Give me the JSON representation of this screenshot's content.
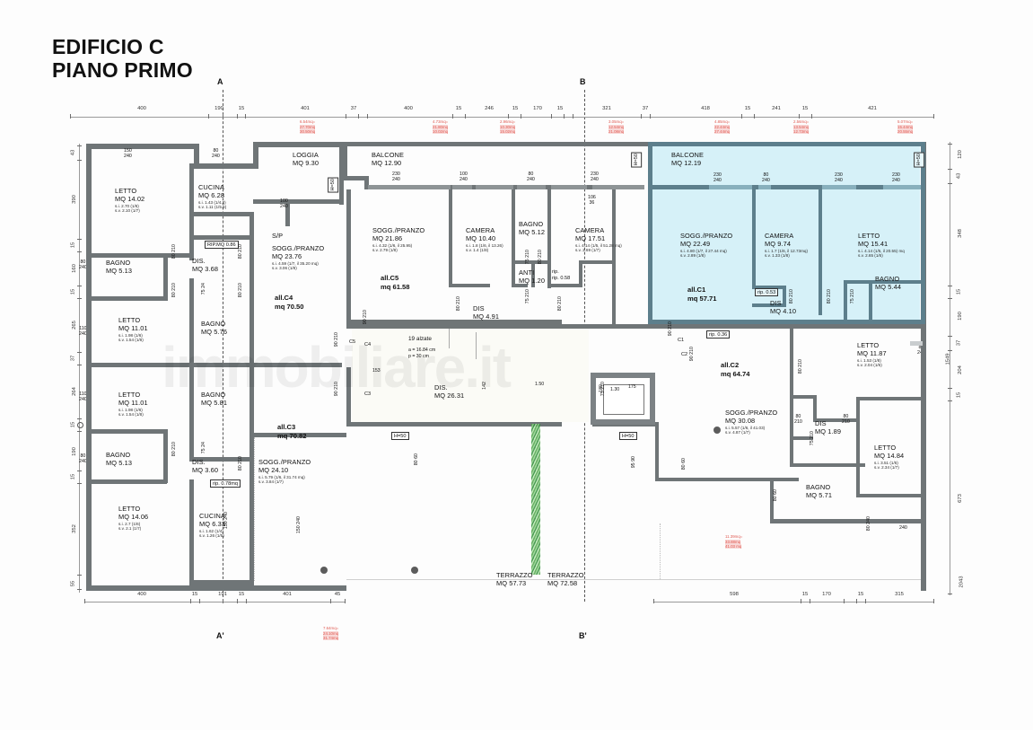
{
  "title": {
    "line1": "EDIFICIO C",
    "line2": "PIANO PRIMO"
  },
  "section_markers": {
    "a_top": "A",
    "a_bottom": "A'",
    "b_top": "B",
    "b_bottom": "B'"
  },
  "dimensions": {
    "top_left_chain": [
      "400",
      "190",
      "15",
      "401",
      "37",
      "400",
      "15",
      "246",
      "15"
    ],
    "top_right_chain": [
      "170",
      "15",
      "321",
      "37",
      "418",
      "15",
      "241",
      "15",
      "421"
    ],
    "bottom_left_chain": [
      "400",
      "15",
      "191",
      "15",
      "401",
      "45"
    ],
    "bottom_right_chain": [
      "598",
      "15",
      "170",
      "15",
      "315"
    ],
    "left_chain": [
      "43",
      "390",
      "15",
      "160",
      "15",
      "265",
      "37",
      "264",
      "15",
      "190",
      "15",
      "352",
      "55"
    ],
    "right_chain": [
      "120",
      "43",
      "348",
      "15",
      "190",
      "37",
      "204",
      "15",
      "673",
      "2043"
    ],
    "right_overall": "1549"
  },
  "apartments": [
    {
      "code": "all.C1",
      "area": "mq 57.71"
    },
    {
      "code": "all.C2",
      "area": "mq 64.74"
    },
    {
      "code": "all.C3",
      "area": "mq 70.82"
    },
    {
      "code": "all.C4",
      "area": "mq 70.50"
    },
    {
      "code": "all.C5",
      "area": "mq 61.58"
    }
  ],
  "rooms": [
    {
      "name": "LETTO",
      "area": "MQ 14.02",
      "sub1": "s.i. 2.70 (1/6)",
      "sub2": "s.v. 2.10 (1/7)"
    },
    {
      "name": "CUCINA",
      "area": "MQ 6.28",
      "sub1": "s.i. 1.43 (1/4.3)",
      "sub2": "s.v. 1.11 (1/5.6)"
    },
    {
      "name": "LOGGIA",
      "area": "MQ 9.30",
      "sub1": "",
      "sub2": ""
    },
    {
      "name": "BAGNO",
      "area": "MQ 5.13",
      "sub1": "",
      "sub2": ""
    },
    {
      "name": "RIP.MQ 0.86",
      "area": "",
      "sub1": "",
      "sub2": ""
    },
    {
      "name": "DIS.",
      "area": "MQ 3.68",
      "sub1": "",
      "sub2": ""
    },
    {
      "name": "S/P",
      "area": "",
      "sub1": "",
      "sub2": ""
    },
    {
      "name": "SOGG./PRANZO",
      "area": "MQ 23.76",
      "sub1": "s.i. 4.59 (1/7, il 35.20 mq)",
      "sub2": "s.v. 3.06 (1/8)"
    },
    {
      "name": "LETTO",
      "area": "MQ 11.01",
      "sub1": "s.i. 1.98 (1/6)",
      "sub2": "s.v. 1.54 (1/8)"
    },
    {
      "name": "BAGNO",
      "area": "MQ 5.76",
      "sub1": "",
      "sub2": ""
    },
    {
      "name": "LETTO",
      "area": "MQ 11.01",
      "sub1": "s.i. 1.98 (1/6)",
      "sub2": "s.v. 1.54 (1/8)"
    },
    {
      "name": "BAGNO",
      "area": "MQ 5.81",
      "sub1": "",
      "sub2": ""
    },
    {
      "name": "BAGNO",
      "area": "MQ 5.13",
      "sub1": "",
      "sub2": ""
    },
    {
      "name": "DIS.",
      "area": "MQ 3.60",
      "sub1": "",
      "sub2": ""
    },
    {
      "name": "SOGG./PRANZO",
      "area": "MQ 24.10",
      "sub1": "s.i. 5.79 (1/6, il 31.74 mq)",
      "sub2": "s.v. 3.84 (1/7)"
    },
    {
      "name": "LETTO",
      "area": "MQ 14.06",
      "sub1": "s.i. 2.7 (1/6)",
      "sub2": "s.v. 2.1 (1/7)"
    },
    {
      "name": "CUCINA",
      "area": "MQ 6.33",
      "sub1": "s.i. 1.62 (1/4)",
      "sub2": "s.v. 1.26 (1/5)"
    },
    {
      "name": "BALCONE",
      "area": "MQ 12.90",
      "sub1": "",
      "sub2": ""
    },
    {
      "name": "SOGG./PRANZO",
      "area": "MQ 21.86",
      "sub1": "s.i. 4.32 (1/6, il 25.95)",
      "sub2": "s.v. 2.79 (1/8)"
    },
    {
      "name": "CAMERA",
      "area": "MQ 10.40",
      "sub1": "s.i. 1.8 (1/6, il 13.26)",
      "sub2": "s.v. 1.4 (1/8)"
    },
    {
      "name": "BAGNO",
      "area": "MQ 5.12",
      "sub1": "",
      "sub2": ""
    },
    {
      "name": "ANTI",
      "area": "MQ 1.20",
      "sub1": "",
      "sub2": ""
    },
    {
      "name": "CAMERA",
      "area": "MQ 17.51",
      "sub1": "s.i. 4.14 (1/5, il 51.28 mq)",
      "sub2": "s.v. 2.69 (1/7)"
    },
    {
      "name": "DIS",
      "area": "MQ 4.91",
      "sub1": "",
      "sub2": ""
    },
    {
      "name": "DIS.",
      "area": "MQ 26.31",
      "sub1": "",
      "sub2": ""
    },
    {
      "name": "BALCONE",
      "area": "MQ 12.19",
      "sub1": "",
      "sub2": ""
    },
    {
      "name": "SOGG./PRANZO",
      "area": "MQ 22.49",
      "sub1": "s.i. 4.80 (1/7, il 27.44 mq)",
      "sub2": "s.v. 2.89 (1/8)"
    },
    {
      "name": "CAMERA",
      "area": "MQ 9.74",
      "sub1": "s.i. 1.7 (1/6, il 12.73mq)",
      "sub2": "s.v. 1.33 (1/8)"
    },
    {
      "name": "LETTO",
      "area": "MQ 15.41",
      "sub1": "s.i. 4.14 (1/5, il 20.55) mq",
      "sub2": "s.v. 2.65 (1/6)"
    },
    {
      "name": "BAGNO",
      "area": "MQ 5.44",
      "sub1": "",
      "sub2": ""
    },
    {
      "name": "DIS",
      "area": "MQ 4.10",
      "sub1": "",
      "sub2": ""
    },
    {
      "name": "LETTO",
      "area": "MQ 11.87",
      "sub1": "s.i. 1.53 (1/8)",
      "sub2": "s.v. 2.04 (1/6)"
    },
    {
      "name": "SOGG./PRANZO",
      "area": "MQ 30.08",
      "sub1": "s.i. 5.57 (1/6, il 41.03)",
      "sub2": "s.v. 4.87 (1/7)"
    },
    {
      "name": "DIS",
      "area": "MQ 1.89",
      "sub1": "",
      "sub2": ""
    },
    {
      "name": "LETTO",
      "area": "MQ 14.84",
      "sub1": "s.i. 3.51 (1/5)",
      "sub2": "s.v. 2.34 (1/7)"
    },
    {
      "name": "BAGNO",
      "area": "MQ 5.71",
      "sub1": "",
      "sub2": ""
    },
    {
      "name": "TERRAZZO",
      "area": "MQ 57.73",
      "sub1": "",
      "sub2": ""
    },
    {
      "name": "TERRAZZO",
      "area": "MQ 72.58",
      "sub1": "",
      "sub2": ""
    }
  ],
  "small_labels": {
    "rip_086": "RIP.MQ 0.86",
    "rip_078": "rip. 0.78mq",
    "rip_058": "rip. 0.58",
    "rip_053": "rip. 0.53",
    "rip_036": "rip. 0.36",
    "stair_count": "19 alzate",
    "stair_a": "a = 16.84 cm",
    "stair_p": "p = 30 cm",
    "h50": "H=50",
    "c1": "C1",
    "c2": "C2",
    "c3": "C3",
    "c4": "C4",
    "c5": "C5",
    "n153": "153",
    "n150": "1.50",
    "n142": "142",
    "n175": "175",
    "n180": "180"
  },
  "door_tags": {
    "d80_210": "80\n210",
    "d75_210": "75\n210",
    "d80_240": "80\n240",
    "d110_240": "110\n240",
    "d150_240": "150\n240",
    "d100_240": "100\n240",
    "d230_240": "230\n240",
    "d90_210": "90\n210",
    "d85_240": "85\n240",
    "d90_240": "90\n240",
    "d80_60": "80\n60",
    "d75_24": "75\n24"
  },
  "red_annotations": [
    {
      "l1": "6.54mq=",
      "l2": "27.70mq",
      "l3": "30.50mq"
    },
    {
      "l1": "4.73mq=",
      "l2": "21.80mq",
      "l3": "10.02mq"
    },
    {
      "l1": "2.96mq=",
      "l2": "10.30mq",
      "l3": "15.02mq"
    },
    {
      "l1": "3.05mq=",
      "l2": "12.54mq",
      "l3": "21.08mq"
    },
    {
      "l1": "4.85mq=",
      "l2": "22.44mq",
      "l3": "27.44mq"
    },
    {
      "l1": "2.56mq=",
      "l2": "13.54mq",
      "l3": "12.73mq"
    },
    {
      "l1": "5.07mq=",
      "l2": "15.44mq",
      "l3": "20.55mq"
    },
    {
      "l1": "11.39mq=",
      "l2": "33.88mq",
      "l3": "41.03 mq"
    },
    {
      "l1": "7.64mq=",
      "l2": "24.10mq",
      "l3": "31.74mq"
    }
  ],
  "colors": {
    "highlight": "#d6f1f8",
    "highlight_wall": "#5d7f8c",
    "wall": "#6f7577",
    "red": "#e05a52",
    "green": "#4fa34a",
    "dim": "#333333"
  },
  "watermark": "immobiliare.it"
}
